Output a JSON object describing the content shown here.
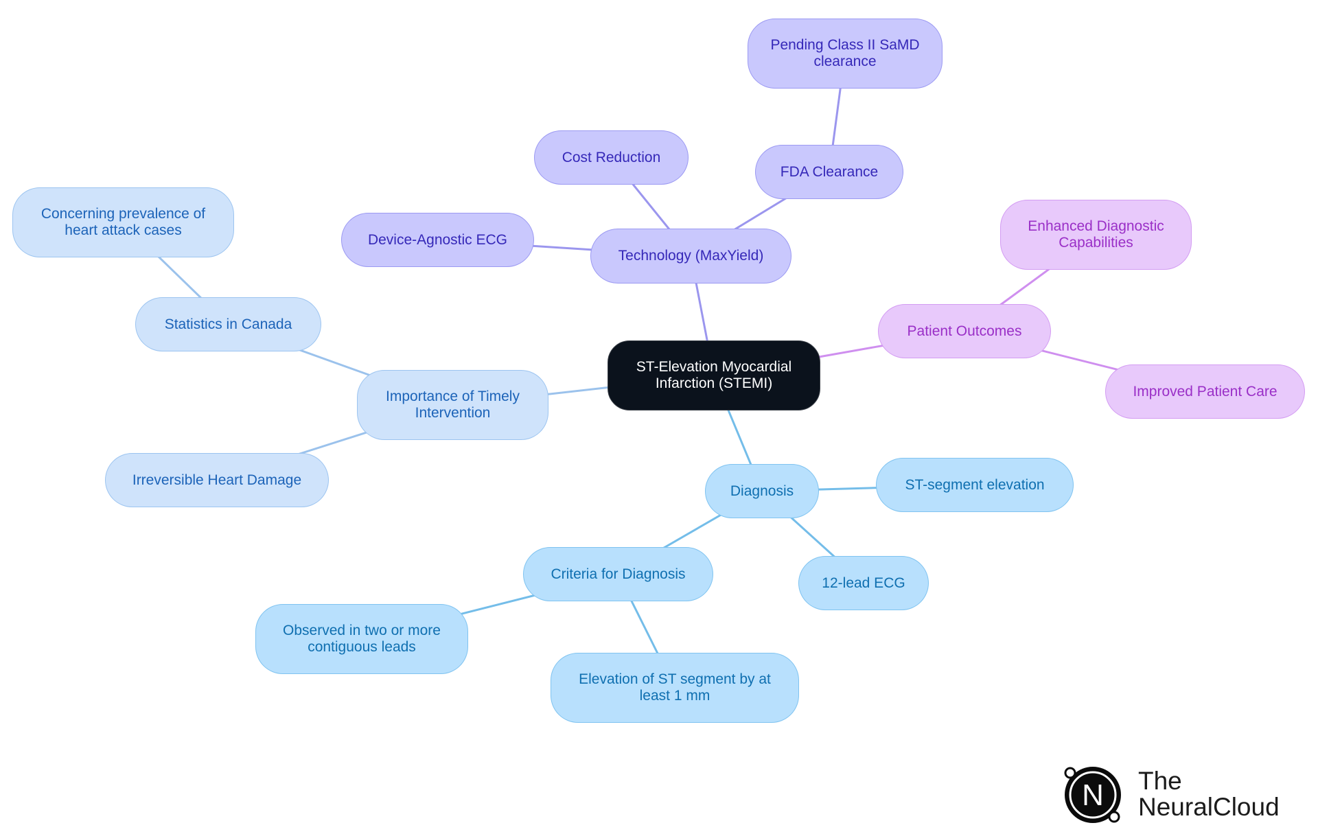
{
  "colors": {
    "root_bg": "#0b121c",
    "root_border": "#3a3f47",
    "root_text": "#ffffff",
    "tech_bg": "#c9c8fd",
    "tech_border": "#9b99f2",
    "tech_text": "#3528b8",
    "tech_edge": "#9b96ee",
    "patient_bg": "#e8c9fb",
    "patient_border": "#d39cf2",
    "patient_text": "#9a2fc7",
    "patient_edge": "#cf8fef",
    "timely_bg": "#cfe3fb",
    "timely_border": "#9cc4f0",
    "timely_text": "#1c63b8",
    "timely_edge": "#9bc2ec",
    "diag_bg": "#b8e0fd",
    "diag_border": "#7fc3f0",
    "diag_text": "#0f6fb0",
    "diag_edge": "#74bde9"
  },
  "nodes": [
    {
      "id": "root",
      "label": "ST-Elevation Myocardial\nInfarction (STEMI)",
      "group": "root"
    },
    {
      "id": "tech",
      "label": "Technology (MaxYield)",
      "group": "tech"
    },
    {
      "id": "device",
      "label": "Device-Agnostic ECG",
      "group": "tech"
    },
    {
      "id": "cost",
      "label": "Cost Reduction",
      "group": "tech"
    },
    {
      "id": "fda",
      "label": "FDA Clearance",
      "group": "tech"
    },
    {
      "id": "pending",
      "label": "Pending Class II SaMD\nclearance",
      "group": "tech"
    },
    {
      "id": "patient",
      "label": "Patient Outcomes",
      "group": "patient"
    },
    {
      "id": "enhanced",
      "label": "Enhanced Diagnostic\nCapabilities",
      "group": "patient"
    },
    {
      "id": "improved",
      "label": "Improved Patient Care",
      "group": "patient"
    },
    {
      "id": "timely",
      "label": "Importance of Timely\nIntervention",
      "group": "timely"
    },
    {
      "id": "stats",
      "label": "Statistics in Canada",
      "group": "timely"
    },
    {
      "id": "concern",
      "label": "Concerning prevalence of\nheart attack cases",
      "group": "timely"
    },
    {
      "id": "irrev",
      "label": "Irreversible Heart Damage",
      "group": "timely"
    },
    {
      "id": "diag",
      "label": "Diagnosis",
      "group": "diag"
    },
    {
      "id": "stseg",
      "label": "ST-segment elevation",
      "group": "diag"
    },
    {
      "id": "lead12",
      "label": "12-lead ECG",
      "group": "diag"
    },
    {
      "id": "criteria",
      "label": "Criteria for Diagnosis",
      "group": "diag"
    },
    {
      "id": "observed",
      "label": "Observed in two or more\ncontiguous leads",
      "group": "diag"
    },
    {
      "id": "elev",
      "label": "Elevation of ST segment by at\nleast 1 mm",
      "group": "diag"
    }
  ],
  "edges": [
    {
      "from": "root",
      "to": "tech",
      "group": "tech"
    },
    {
      "from": "tech",
      "to": "device",
      "group": "tech"
    },
    {
      "from": "tech",
      "to": "cost",
      "group": "tech"
    },
    {
      "from": "tech",
      "to": "fda",
      "group": "tech"
    },
    {
      "from": "fda",
      "to": "pending",
      "group": "tech"
    },
    {
      "from": "root",
      "to": "patient",
      "group": "patient"
    },
    {
      "from": "patient",
      "to": "enhanced",
      "group": "patient"
    },
    {
      "from": "patient",
      "to": "improved",
      "group": "patient"
    },
    {
      "from": "root",
      "to": "timely",
      "group": "timely"
    },
    {
      "from": "timely",
      "to": "stats",
      "group": "timely"
    },
    {
      "from": "stats",
      "to": "concern",
      "group": "timely"
    },
    {
      "from": "timely",
      "to": "irrev",
      "group": "timely"
    },
    {
      "from": "root",
      "to": "diag",
      "group": "diag"
    },
    {
      "from": "diag",
      "to": "stseg",
      "group": "diag"
    },
    {
      "from": "diag",
      "to": "lead12",
      "group": "diag"
    },
    {
      "from": "diag",
      "to": "criteria",
      "group": "diag"
    },
    {
      "from": "criteria",
      "to": "observed",
      "group": "diag"
    },
    {
      "from": "criteria",
      "to": "elev",
      "group": "diag"
    }
  ],
  "logo": {
    "line1": "The",
    "line2": "NeuralCloud",
    "mark": "N",
    "mark_icon": "neuralcloud-logo-icon"
  }
}
